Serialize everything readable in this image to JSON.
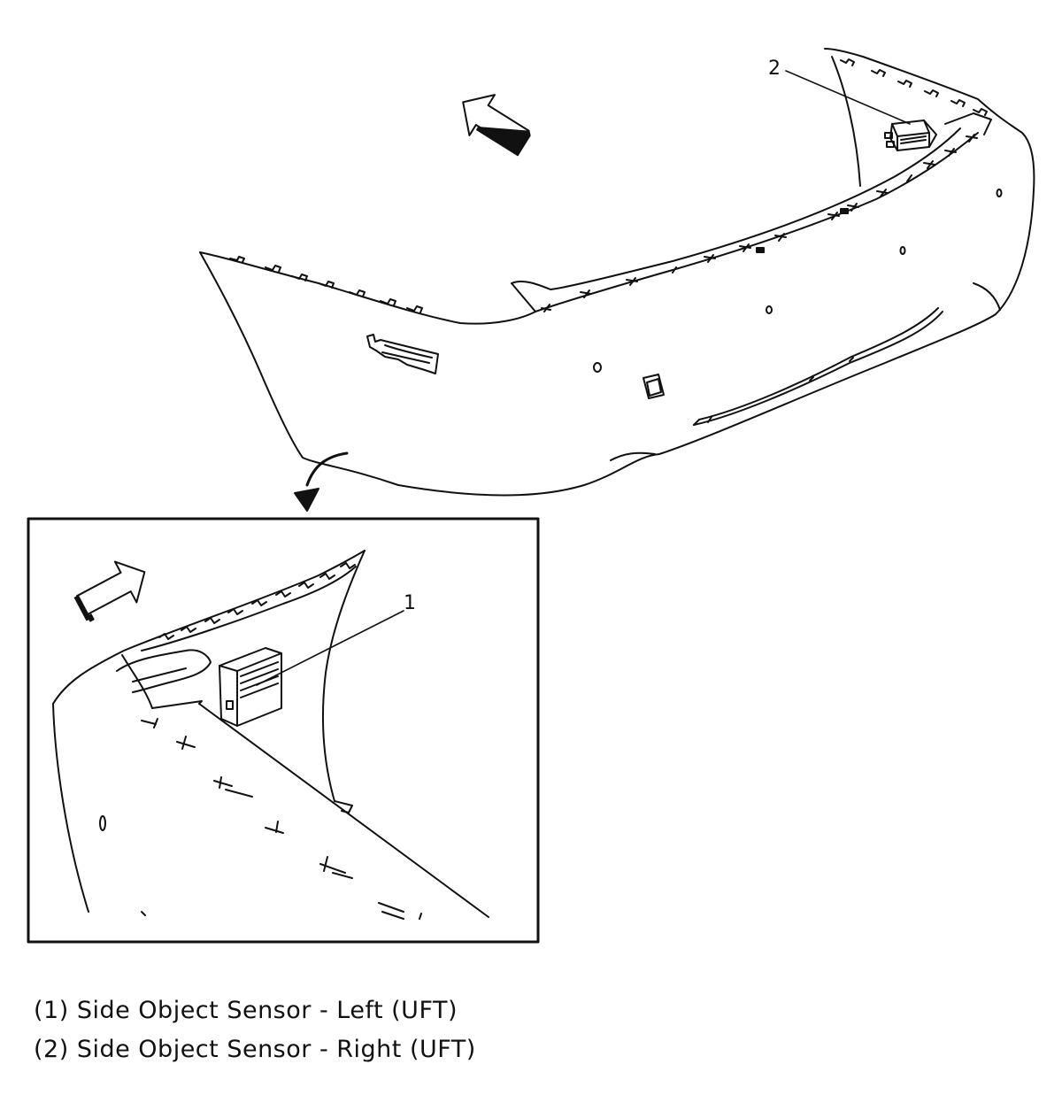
{
  "callouts": {
    "sensor_left": "1",
    "sensor_right": "2"
  },
  "legend": {
    "items": [
      "(1) Side Object Sensor - Left (UFT)",
      "(2) Side Object Sensor - Right (UFT)"
    ]
  },
  "icons": {
    "direction_arrow_main": "forward-arrow-icon",
    "direction_arrow_detail": "forward-arrow-icon",
    "detail_pointer": "curved-arrow-icon"
  }
}
